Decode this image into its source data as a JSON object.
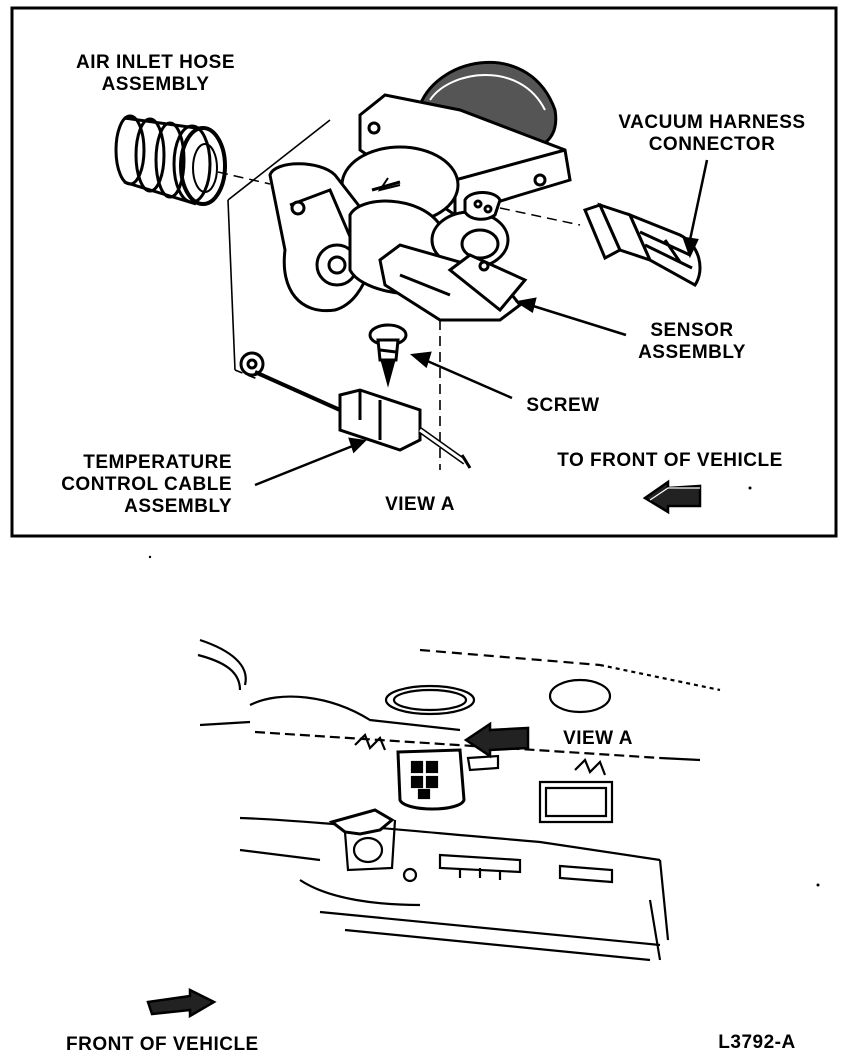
{
  "labels": {
    "air_inlet_hose": [
      "AIR INLET HOSE",
      "ASSEMBLY"
    ],
    "vacuum_harness": [
      "VACUUM HARNESS",
      "CONNECTOR"
    ],
    "sensor_assembly": [
      "SENSOR",
      "ASSEMBLY"
    ],
    "screw": "SCREW",
    "temp_cable": [
      "TEMPERATURE",
      "CONTROL CABLE",
      "ASSEMBLY"
    ],
    "view_a_top": "VIEW A",
    "to_front": "TO FRONT OF VEHICLE",
    "view_a_bottom": "VIEW A",
    "front_of_vehicle": "FRONT OF VEHICLE",
    "figure_code": "L3792-A"
  }
}
